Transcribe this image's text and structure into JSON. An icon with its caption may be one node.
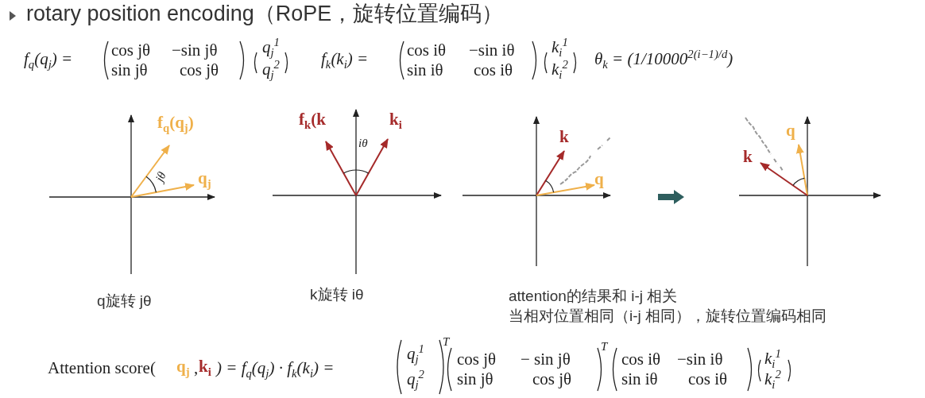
{
  "diagram": {
    "title": "rotary position encoding（RoPE，旋转位置编码）",
    "labels": [
      "f$_{q}$(q$_{j}$) =",
      "cos jθ",
      "−sin jθ",
      "sin jθ",
      "cos jθ",
      "q$_{j}$$^{1}$",
      "q$_{j}$$^{2}$",
      "f$_{k}$(k$_{i}$) =",
      "cos iθ",
      "−sin iθ",
      "sin iθ",
      "cos iθ",
      "k$_{i}$$^{1}$",
      "k$_{i}$$^{2}$",
      "θ$_{k}$ = (1/10000$^{2(i−1)/d}$)",
      "f$_{q}$(q$_{j}$)",
      "jθ",
      "q$_{j}$",
      "f$_{k}$(k",
      "k$_{i}$",
      "iθ",
      "k",
      "q",
      "q",
      "k",
      "q旋转 jθ",
      "k旋转 iθ",
      "attention的结果和 i-j 相关",
      "当相对位置相同（i-j 相同），旋转位置编码相同",
      "Attention score(",
      "q$_{j}$",
      ",",
      "k$_{i}$",
      ") = f$_{q}$(q$_{j}$) · f$_{k}$(k$_{i}$) =",
      "q$_{j}$$^{1}$",
      "q$_{j}$$^{2}$",
      "T",
      "cos jθ",
      "− sin jθ",
      "sin jθ",
      "cos jθ",
      "T",
      "cos iθ",
      "−sin iθ",
      "sin iθ",
      "cos iθ",
      "k$_{i}$$^{1}$",
      "k$_{i}$$^{2}$"
    ]
  }
}
